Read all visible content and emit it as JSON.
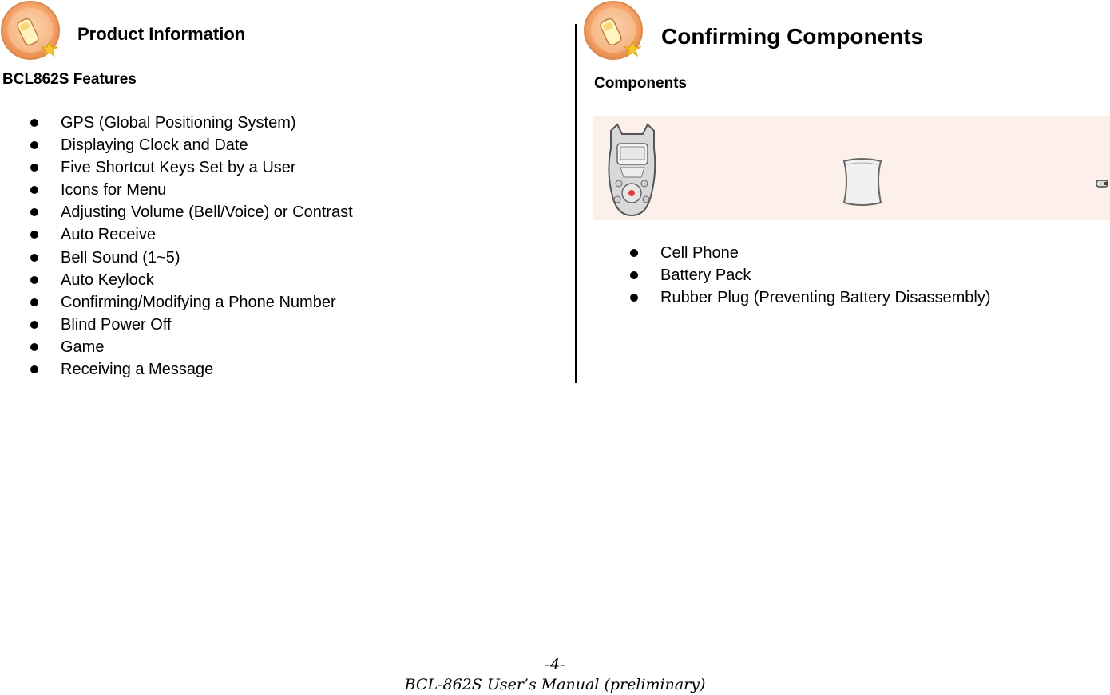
{
  "left": {
    "title": "Product Information",
    "subtitle": "BCL862S Features",
    "features": [
      "GPS (Global Positioning System)",
      "Displaying Clock and Date",
      "Five Shortcut Keys Set by a User",
      "Icons for Menu",
      "Adjusting Volume (Bell/Voice) or Contrast",
      "Auto Receive",
      "Bell Sound (1~5)",
      "Auto Keylock",
      "Confirming/Modifying a Phone Number",
      "Blind Power Off",
      "Game",
      "Receiving a Message"
    ]
  },
  "right": {
    "title": "Confirming Components",
    "subtitle": "Components",
    "components": [
      "Cell Phone",
      "Battery Pack",
      "Rubber Plug (Preventing Battery Disassembly)"
    ]
  },
  "footer": {
    "page": "-4-",
    "manual": "BCL-862S User’s Manual (preliminary)"
  },
  "colors": {
    "icon_orange": "#f0a060",
    "strip_background": "#fdf0ea"
  }
}
